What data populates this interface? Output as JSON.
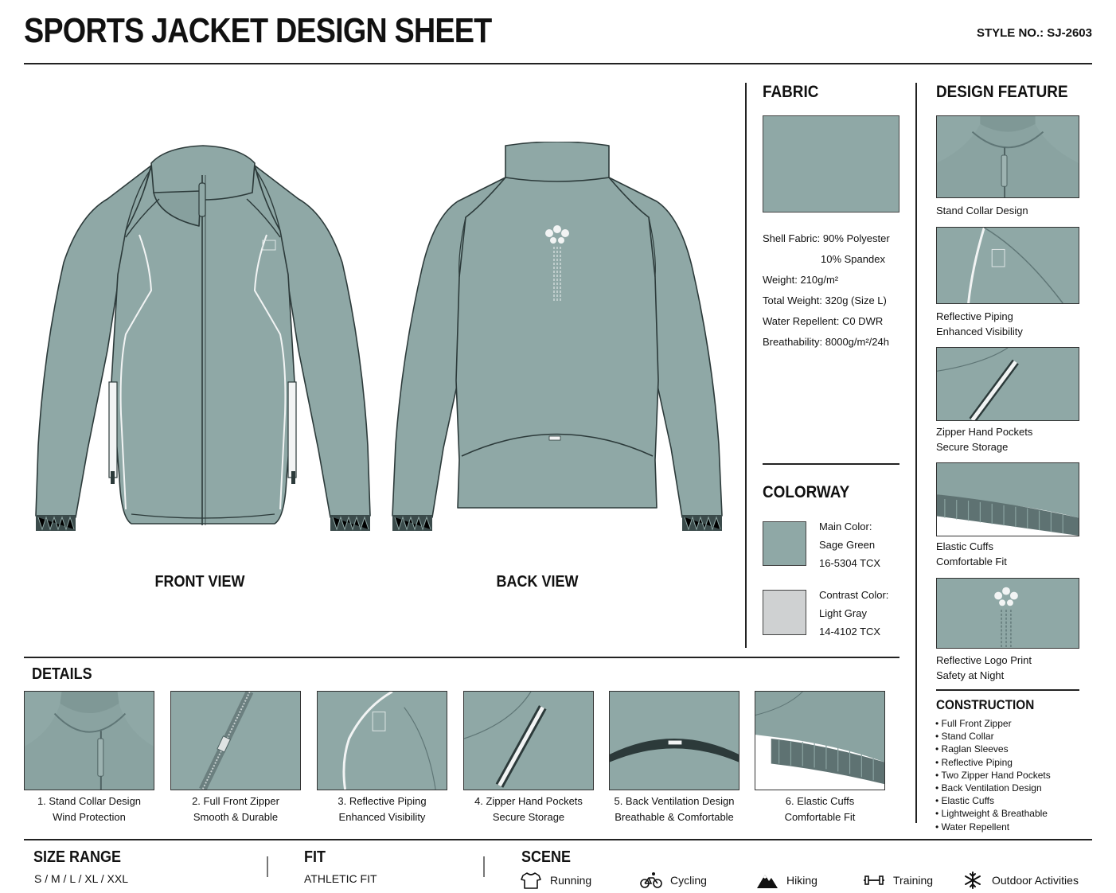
{
  "header": {
    "title": "SPORTS JACKET DESIGN SHEET",
    "style_no": "STYLE NO.: SJ-2603"
  },
  "views": {
    "front": "FRONT VIEW",
    "back": "BACK VIEW"
  },
  "fabric": {
    "title": "FABRIC",
    "swatch_color": "#8fa8a6",
    "specs": [
      "Shell Fabric: 90% Polyester",
      "10% Spandex",
      "Weight: 210g/m²",
      "Total Weight: 320g (Size L)",
      "Water Repellent: C0 DWR",
      "Breathability: 8000g/m²/24h"
    ]
  },
  "colorway": {
    "title": "COLORWAY",
    "main": {
      "label": "Main Color:",
      "name": "Sage Green",
      "code": "16-5304 TCX",
      "color": "#8fa8a6"
    },
    "contrast": {
      "label": "Contrast Color:",
      "name": "Light Gray",
      "code": "14-4102 TCX",
      "color": "#cfd1d2"
    }
  },
  "design_feature": {
    "title": "DESIGN FEATURE",
    "items": [
      {
        "line1": "Stand Collar Design",
        "line2": "",
        "icon": "collar-detail"
      },
      {
        "line1": "Reflective Piping",
        "line2": "Enhanced Visibility",
        "icon": "piping-detail"
      },
      {
        "line1": "Zipper Hand Pockets",
        "line2": "Secure Storage",
        "icon": "pocket-detail"
      },
      {
        "line1": "Elastic Cuffs",
        "line2": "Comfortable Fit",
        "icon": "cuff-detail"
      },
      {
        "line1": "Reflective Logo Print",
        "line2": "Safety at Night",
        "icon": "logo-detail"
      }
    ]
  },
  "construction": {
    "title": "CONSTRUCTION",
    "items": [
      "Full Front Zipper",
      "Stand Collar",
      "Raglan Sleeves",
      "Reflective Piping",
      "Two Zipper Hand Pockets",
      "Back Ventilation Design",
      "Elastic Cuffs",
      "Lightweight & Breathable",
      "Water Repellent"
    ]
  },
  "details": {
    "title": "DETAILS",
    "items": [
      {
        "line1": "1. Stand Collar Design",
        "line2": "Wind Protection"
      },
      {
        "line1": "2. Full Front Zipper",
        "line2": "Smooth & Durable"
      },
      {
        "line1": "3. Reflective Piping",
        "line2": "Enhanced Visibility"
      },
      {
        "line1": "4. Zipper Hand Pockets",
        "line2": "Secure Storage"
      },
      {
        "line1": "5. Back Ventilation Design",
        "line2": "Breathable & Comfortable"
      },
      {
        "line1": "6. Elastic Cuffs",
        "line2": "Comfortable Fit"
      }
    ]
  },
  "size_range": {
    "title": "SIZE RANGE",
    "value": "S / M / L / XL / XXL"
  },
  "fit": {
    "title": "FIT",
    "value": "ATHLETIC FIT"
  },
  "scene": {
    "title": "SCENE",
    "items": [
      {
        "label": "Running",
        "icon": "tshirt-icon"
      },
      {
        "label": "Cycling",
        "icon": "bicycle-icon"
      },
      {
        "label": "Hiking",
        "icon": "mountain-icon"
      },
      {
        "label": "Training",
        "icon": "dumbbell-icon"
      },
      {
        "label": "Outdoor Activities",
        "icon": "snowflake-icon"
      }
    ]
  },
  "colors": {
    "jacket": "#8fa8a6",
    "outline": "#2c3a3a",
    "reflective": "#f2f4f4"
  }
}
